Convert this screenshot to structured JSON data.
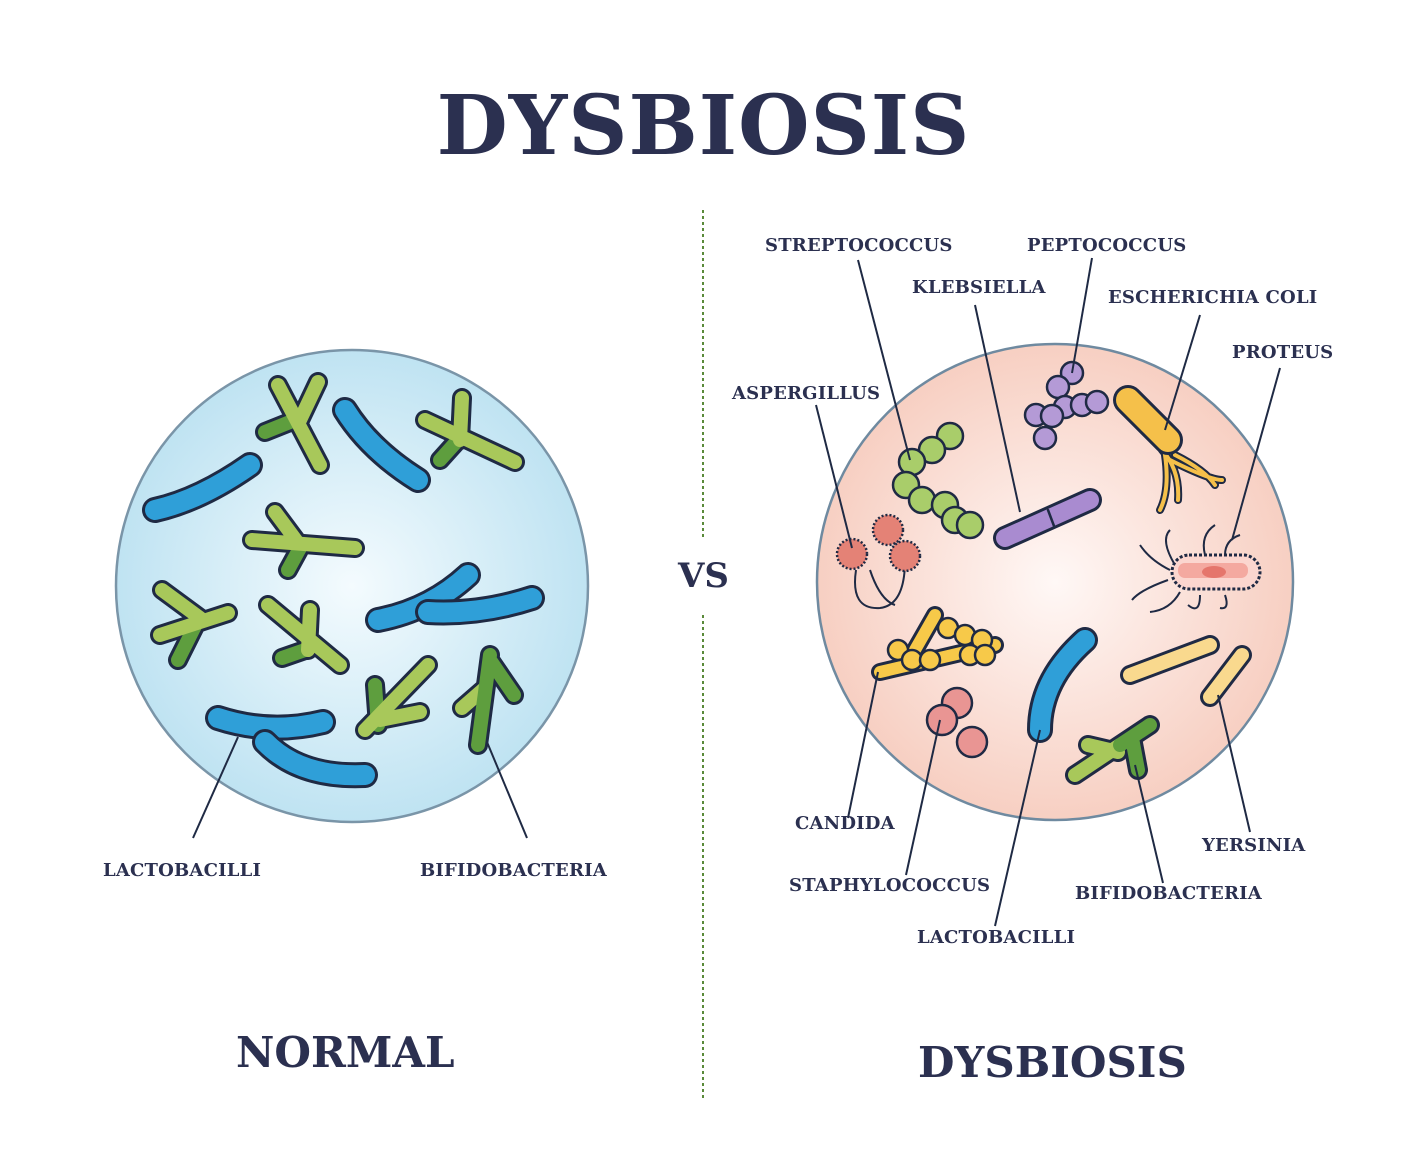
{
  "title": "DYSBIOSIS",
  "vs_label": "VS",
  "normal_panel": {
    "heading": "NORMAL",
    "background_color": "#d8f0f8",
    "labels": [
      {
        "name": "lactobacilli",
        "text": "LACTOBACILLI"
      },
      {
        "name": "bifidobacteria",
        "text": "BIFIDOBACTERIA"
      }
    ]
  },
  "dysbiosis_panel": {
    "heading": "DYSBIOSIS",
    "background_color": "#fbe3da",
    "labels": [
      {
        "name": "streptococcus",
        "text": "STREPTOCOCCUS"
      },
      {
        "name": "peptococcus",
        "text": "PEPTOCOCCUS"
      },
      {
        "name": "klebsiella",
        "text": "KLEBSIELLA"
      },
      {
        "name": "escherichia-coli",
        "text": "ESCHERICHIA COLI"
      },
      {
        "name": "proteus",
        "text": "PROTEUS"
      },
      {
        "name": "aspergillus",
        "text": "ASPERGILLUS"
      },
      {
        "name": "candida",
        "text": "CANDIDA"
      },
      {
        "name": "staphylococcus",
        "text": "STAPHYLOCOCCUS"
      },
      {
        "name": "lactobacilli",
        "text": "LACTOBACILLI"
      },
      {
        "name": "bifidobacteria",
        "text": "BIFIDOBACTERIA"
      },
      {
        "name": "yersinia",
        "text": "YERSINIA"
      }
    ]
  },
  "colors": {
    "text": "#2b3050",
    "lactobacilli_blue": "#2f9fd8",
    "bifido_light_green": "#a8c85a",
    "bifido_dark_green": "#5e9e3e",
    "streptococcus_green": "#a9cd6a",
    "peptococcus_purple": "#b49ad6",
    "klebsiella_purple": "#a98bd0",
    "ecoli_yellow": "#f5c04a",
    "aspergillus_red": "#e48276",
    "staphylococcus_pink": "#e99593",
    "candida_yellow": "#f7c949",
    "yersinia_yellow": "#f9d98e",
    "proteus_pink": "#f4a9a0",
    "divider_green": "#5a8a3a"
  }
}
